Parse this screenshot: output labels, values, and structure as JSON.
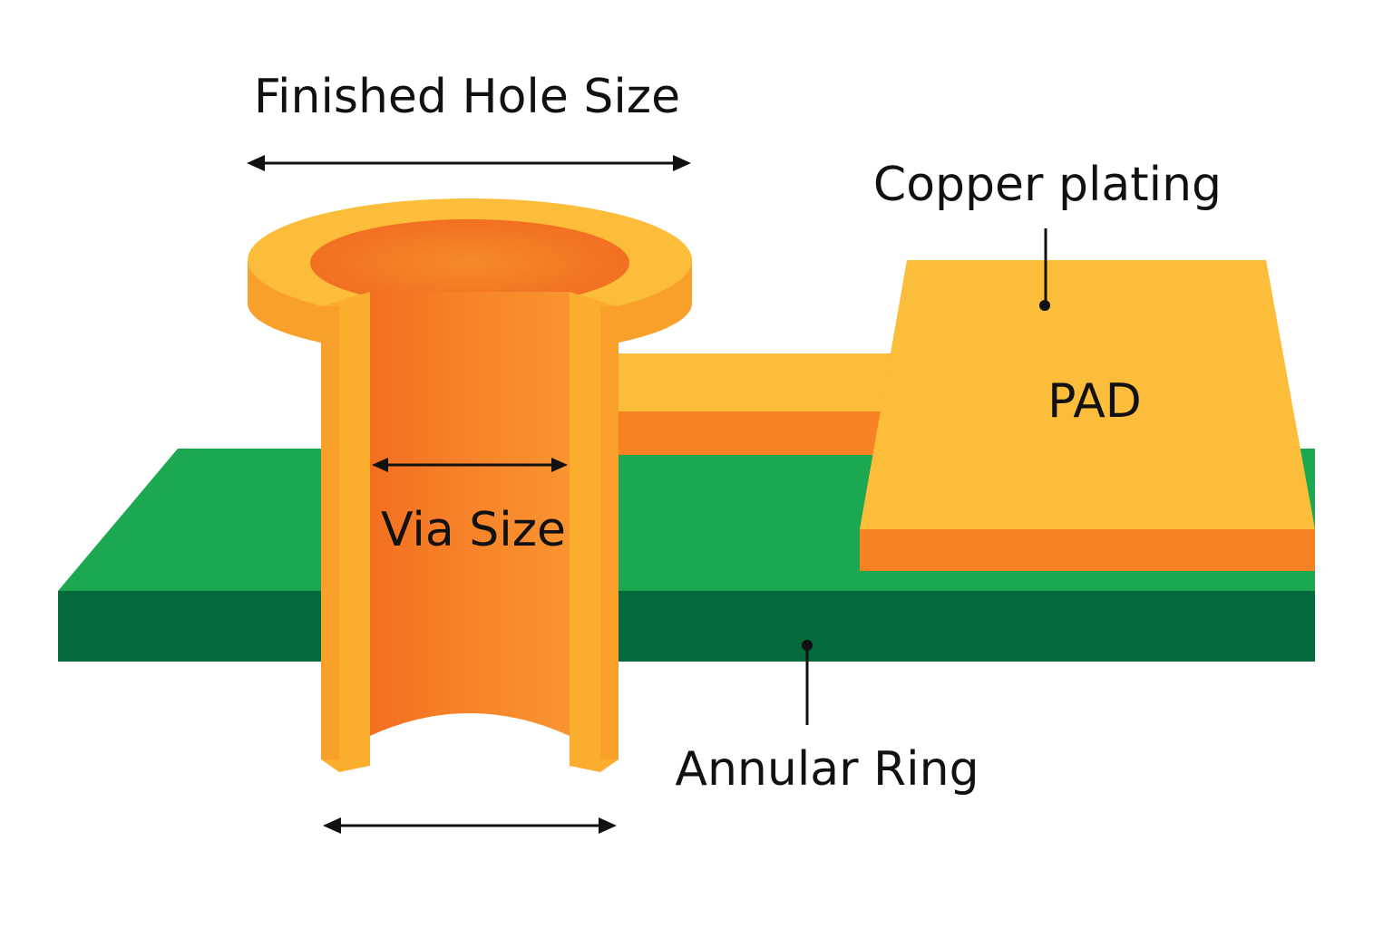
{
  "labels": {
    "finished_hole_size": "Finished Hole Size",
    "copper_plating": "Copper plating",
    "pad": "PAD",
    "via_size": "Via Size",
    "annular_ring": "Annular Ring"
  },
  "colors": {
    "board_top": "#1ba851",
    "board_side": "#046a3b",
    "copper_light": "#fbbd3a",
    "copper_mid": "#f9a828",
    "copper_dark": "#f57f25",
    "copper_inner": "#f47522",
    "ink": "#111111"
  }
}
